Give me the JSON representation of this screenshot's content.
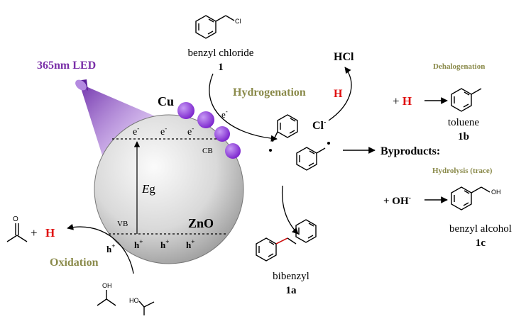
{
  "light": {
    "label": "365nm LED",
    "color": "#7a2fa8"
  },
  "semiconductor": {
    "label": "ZnO",
    "cb_label": "CB",
    "vb_label": "VB",
    "bandgap_main": "E",
    "bandgap_sub": "g",
    "electron": "e",
    "electron_sup": "-",
    "hole": "h",
    "hole_sup": "+"
  },
  "cocatalyst": {
    "label": "Cu",
    "color": "#8e3bd6"
  },
  "reactant": {
    "name": "benzyl chloride",
    "number": "1",
    "substituent": "Cl"
  },
  "process": {
    "hydrogenation": "Hydrogenation",
    "oxidation": "Oxidation",
    "h_atom": "H",
    "hcl": "HCl",
    "chloride_main": "Cl",
    "chloride_sup": "-",
    "transfer_e": "e",
    "transfer_e_sup": "-"
  },
  "products": {
    "byproducts_label": "Byproducts:",
    "dehalogenation": "Dehalogenation",
    "hydrolysis": "Hydrolysis (trace)",
    "plus_h_plus": "+",
    "plus_h_h": "H",
    "plus_oh_text": "+ OH",
    "plus_oh_sup": "-",
    "toluene": {
      "name": "toluene",
      "number": "1b"
    },
    "benzyl_alcohol": {
      "name": "benzyl alcohol",
      "number": "1c",
      "substituent": "OH"
    },
    "bibenzyl": {
      "name": "bibenzyl",
      "number": "1a"
    }
  },
  "oxidation_side": {
    "isopropanol_oh": "OH",
    "isopropanol_ho": "HO",
    "plus": "+",
    "h_atom": "H"
  },
  "colors": {
    "label_olive": "#8a8a4a",
    "hydrogen_red": "#e01010",
    "purple": "#8e3bd6"
  }
}
